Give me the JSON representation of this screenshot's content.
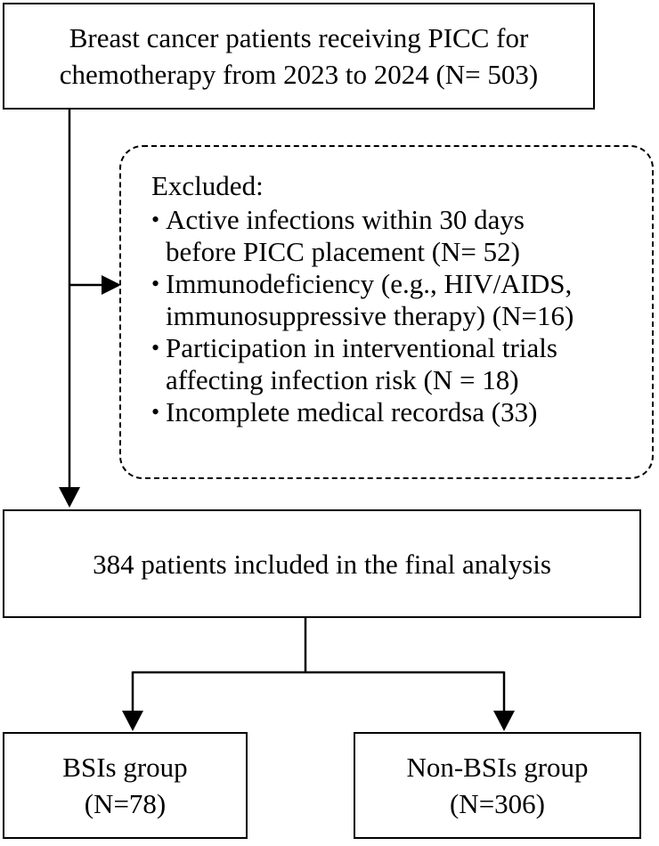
{
  "top_box": {
    "lines": [
      "Breast cancer patients receiving PICC for",
      "chemotherapy from 2023 to 2024 (N= 503)"
    ]
  },
  "excluded_box": {
    "title": "Excluded:",
    "items": [
      {
        "lines": [
          "Active infections within 30 days",
          "before PICC placement (N= 52)"
        ]
      },
      {
        "lines": [
          "Immunodeficiency (e.g., HIV/AIDS,",
          "immunosuppressive therapy) (N=16)"
        ]
      },
      {
        "lines": [
          "Participation in interventional trials",
          "affecting infection risk (N = 18)"
        ]
      },
      {
        "lines": [
          "Incomplete medical recordsa (33)"
        ]
      }
    ],
    "bullet": "•"
  },
  "middle_box": {
    "lines": [
      "384 patients included in the final analysis"
    ]
  },
  "bottom_left_box": {
    "lines": [
      "BSIs group",
      "(N=78)"
    ]
  },
  "bottom_right_box": {
    "lines": [
      "Non-BSIs group",
      "(N=306)"
    ]
  }
}
